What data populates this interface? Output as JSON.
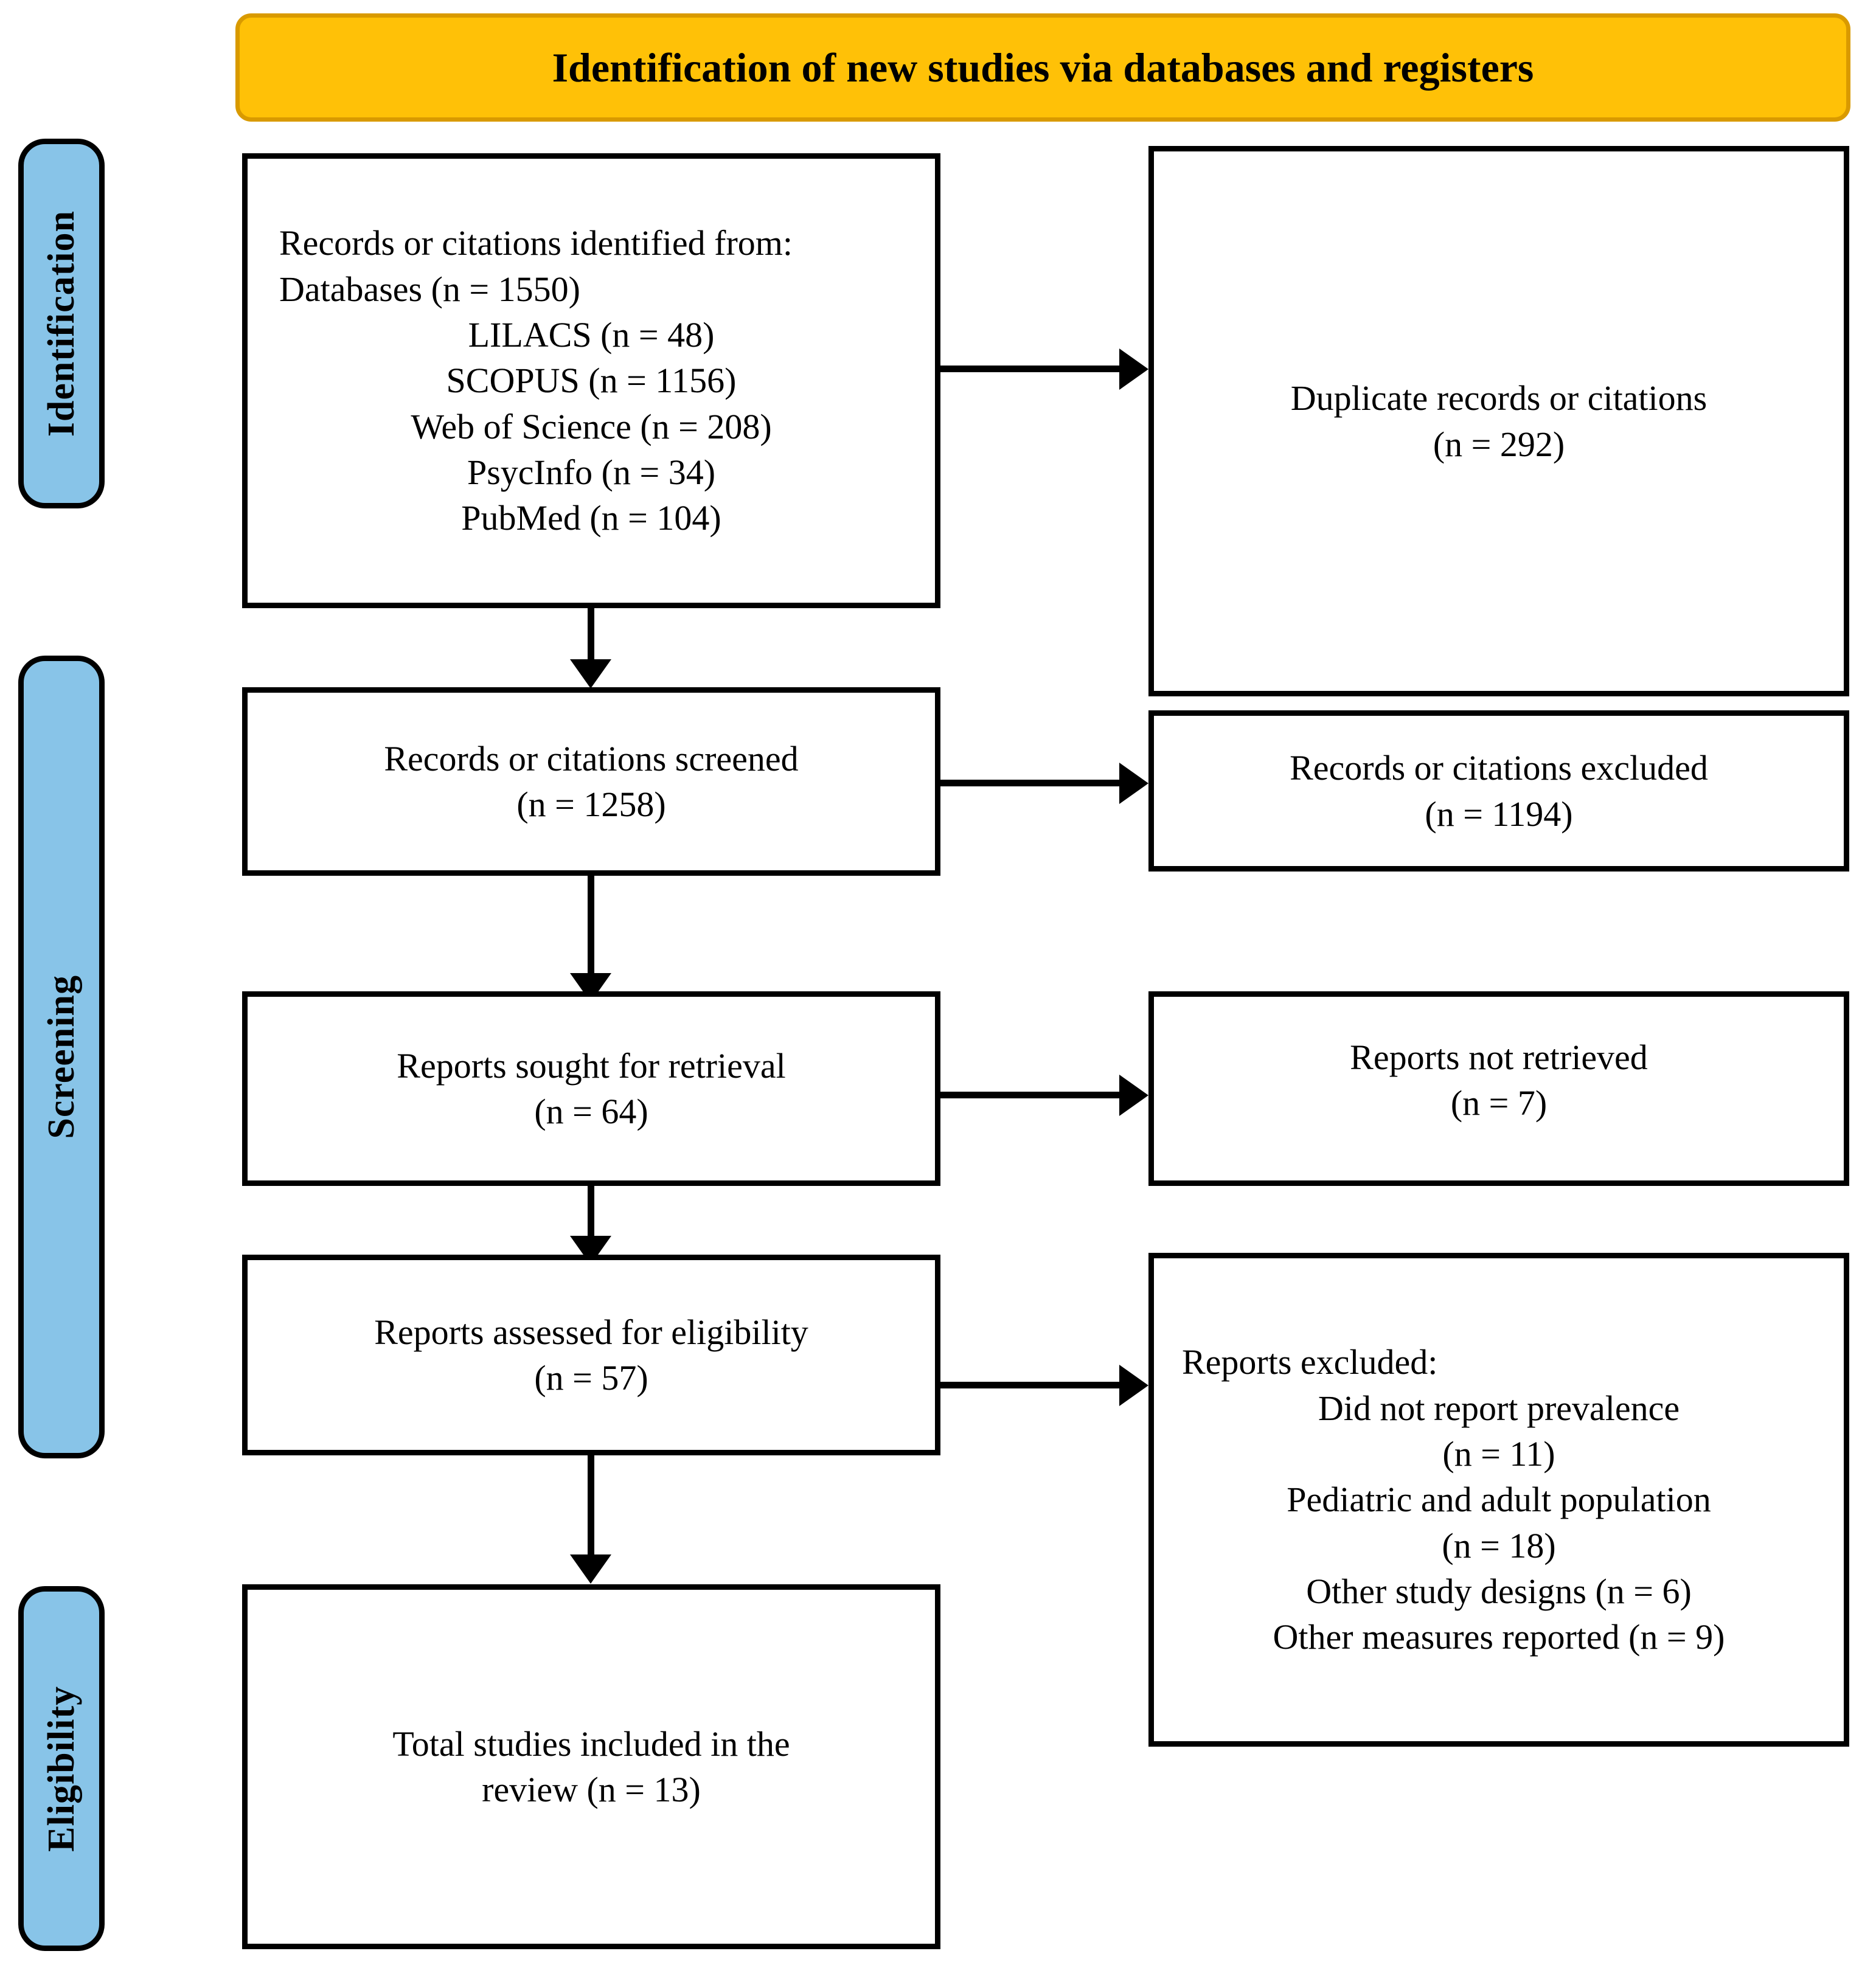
{
  "banner": {
    "title": "Identification of new studies via databases and registers"
  },
  "stages": [
    {
      "label": "Identification"
    },
    {
      "label": "Screening"
    },
    {
      "label": "Eligibility"
    }
  ],
  "boxes": {
    "identified": {
      "lines": [
        "Records or citations identified from:",
        "Databases (n = 1550)",
        "LILACS (n = 48)",
        "SCOPUS (n = 1156)",
        "Web of Science (n = 208)",
        "PsycInfo (n = 34)",
        "PubMed (n = 104)"
      ]
    },
    "duplicates": {
      "lines": [
        "Duplicate records or citations",
        "(n = 292)"
      ]
    },
    "screened": {
      "lines": [
        "Records or citations screened",
        "(n = 1258)"
      ]
    },
    "screening_excluded": {
      "lines": [
        "Records or citations excluded",
        "(n = 1194)"
      ]
    },
    "sought": {
      "lines": [
        "Reports sought for retrieval",
        "(n = 64)"
      ]
    },
    "not_retrieved": {
      "lines": [
        "Reports not retrieved",
        "(n = 7)"
      ]
    },
    "assessed": {
      "lines": [
        "Reports assessed for eligibility",
        "(n = 57)"
      ]
    },
    "reports_excluded": {
      "lines": [
        "Reports excluded:",
        "Did not report prevalence",
        "(n = 11)",
        "Pediatric and adult population",
        "(n = 18)",
        "Other study designs (n = 6)",
        "Other measures reported (n = 9)"
      ]
    },
    "included": {
      "lines": [
        "Total studies included in the",
        "review (n = 13)"
      ]
    }
  },
  "colors": {
    "banner_fill": "#FFC107",
    "banner_border": "#D99A00",
    "stage_fill": "#88C4E8",
    "box_border": "#000000",
    "box_fill": "#FFFFFF"
  }
}
